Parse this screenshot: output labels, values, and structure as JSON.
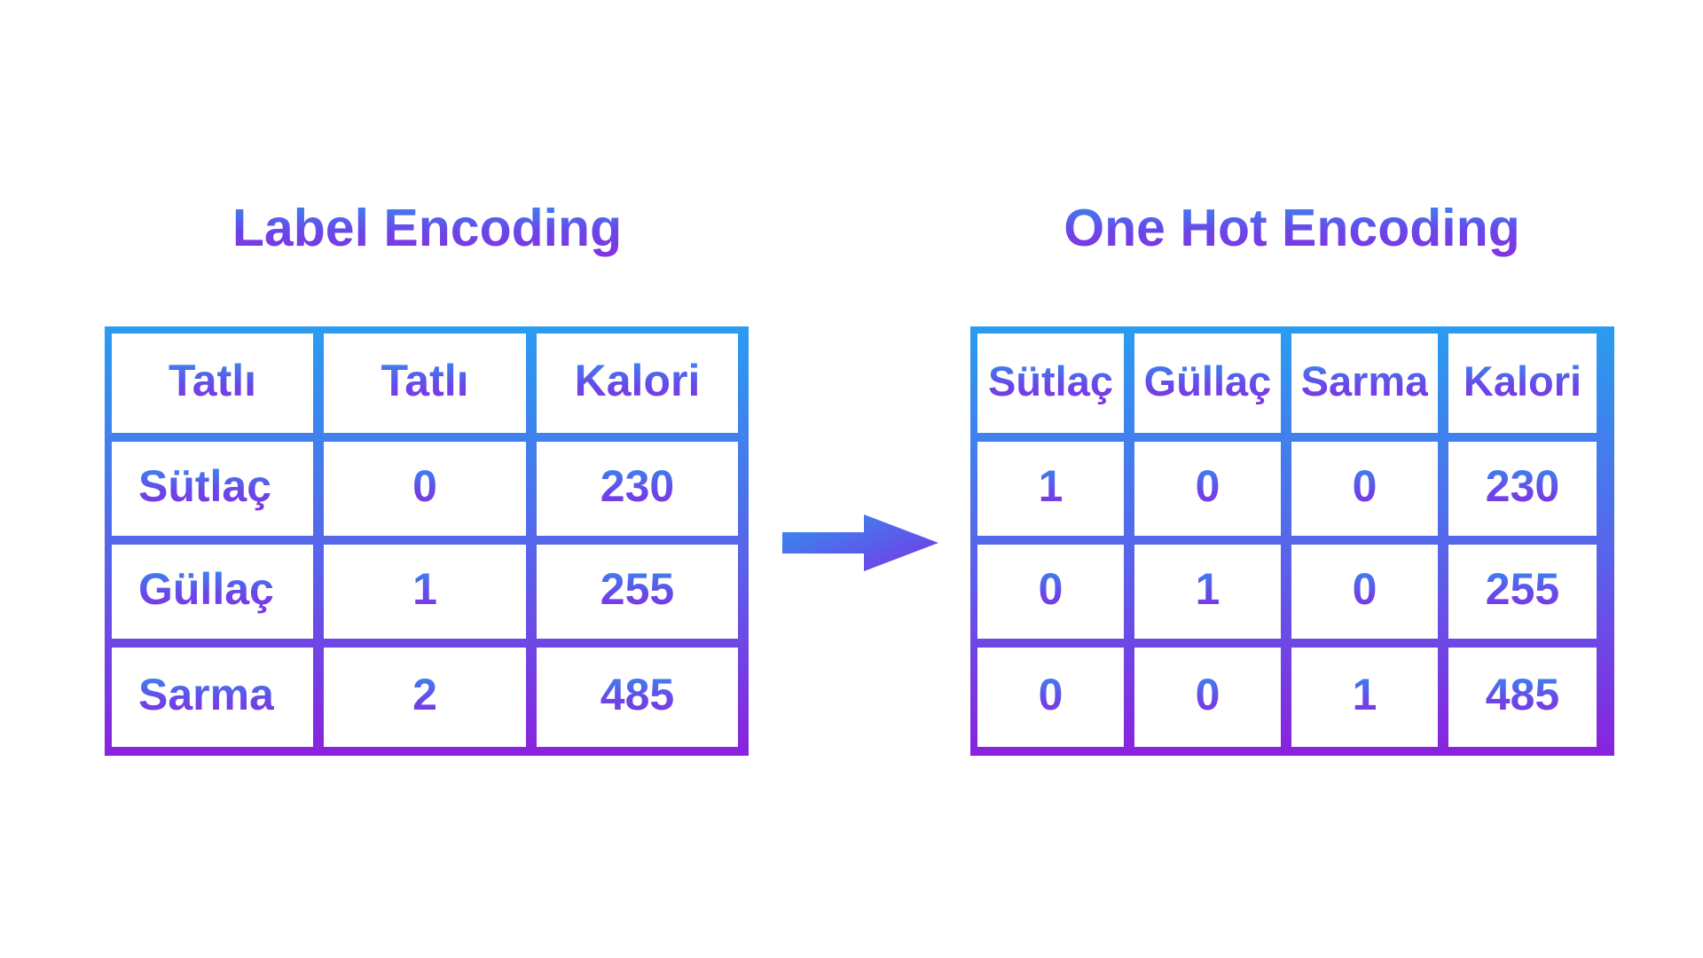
{
  "titles": {
    "left": "Label Encoding",
    "right": "One Hot Encoding"
  },
  "label_table": {
    "headers": [
      "Tatlı",
      "Tatlı",
      "Kalori"
    ],
    "rows": [
      [
        "Sütlaç",
        "0",
        "230"
      ],
      [
        "Güllaç",
        "1",
        "255"
      ],
      [
        "Sarma",
        "2",
        "485"
      ]
    ]
  },
  "onehot_table": {
    "headers": [
      "Sütlaç",
      "Güllaç",
      "Sarma",
      "Kalori"
    ],
    "rows": [
      [
        "1",
        "0",
        "0",
        "230"
      ],
      [
        "0",
        "1",
        "0",
        "255"
      ],
      [
        "0",
        "0",
        "1",
        "485"
      ]
    ]
  },
  "arrow": {
    "icon": "arrow-right-icon",
    "colors": [
      "#2f93f0",
      "#7a34e4"
    ]
  },
  "colors": {
    "gradient_top": "#2a9cf0",
    "gradient_bottom": "#8a22de"
  }
}
